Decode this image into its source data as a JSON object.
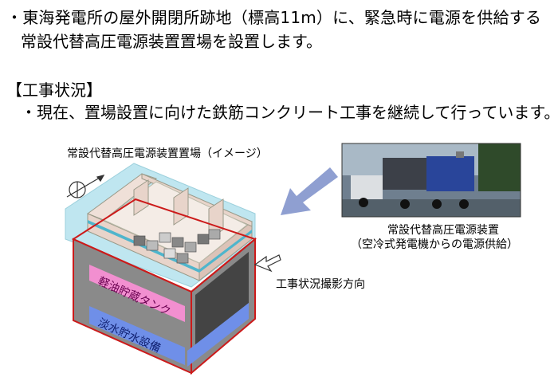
{
  "intro": {
    "line1": "・東海発電所の屋外開閉所跡地（標高11m）に、緊急時に電源を供給する",
    "line2": "常設代替高圧電源装置置場を設置します。"
  },
  "status": {
    "heading": "【工事状況】",
    "bullet": "・現在、置場設置に向けた鉄筋コンクリート工事を継続して行っています。"
  },
  "figure": {
    "caption": "常設代替高圧電源装置置場（イメージ）",
    "tank_label": "軽油貯蔵タンク",
    "water_label": "淡水貯水設備",
    "direction_label": "工事状況撮影方向",
    "photo_caption_1": "常設代替高圧電源装置",
    "photo_caption_2": "（空冷式発電機からの電源供給）"
  },
  "colors": {
    "tank_band": "#f28fd0",
    "water_band": "#6f8fe8",
    "outline_red": "#cc1a1a",
    "base_teal": "#bfe6f0",
    "arrow_blue": "#8f9fd1"
  }
}
